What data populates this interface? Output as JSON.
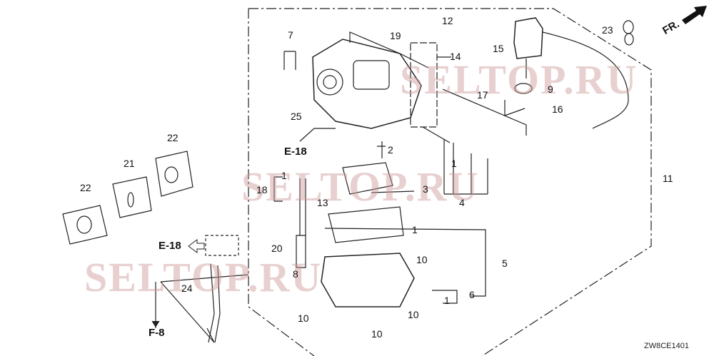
{
  "diagram": {
    "watermark": "SELTOP.RU",
    "direction_label": "FR.",
    "ref_labels": {
      "e18_top": "E-18",
      "e18_left": "E-18",
      "f8": "F-8"
    },
    "callouts": [
      "7",
      "12",
      "19",
      "14",
      "15",
      "23",
      "9",
      "17",
      "16",
      "25",
      "2",
      "1",
      "18",
      "3",
      "13",
      "1",
      "4",
      "11",
      "22",
      "21",
      "22",
      "1",
      "20",
      "8",
      "10",
      "5",
      "24",
      "6",
      "1",
      "10",
      "10",
      "10"
    ],
    "drawing_code": "ZW8CE1401"
  }
}
